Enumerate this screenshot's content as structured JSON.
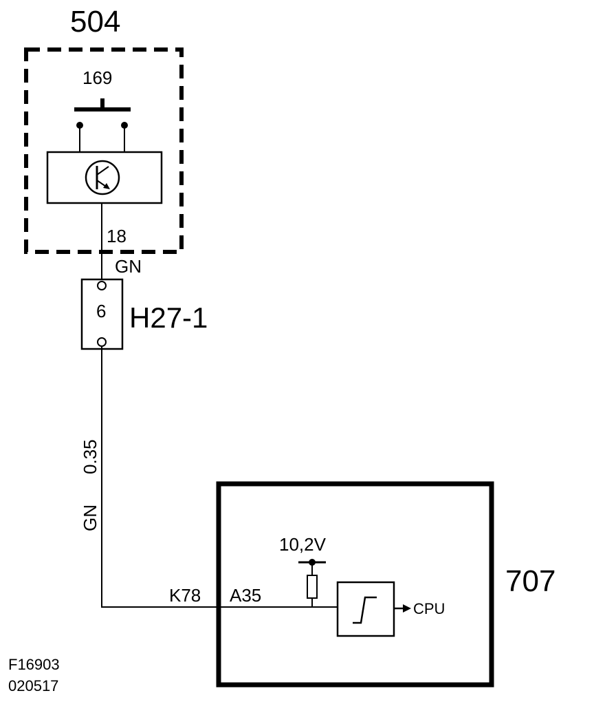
{
  "components": {
    "module_504": {
      "label": "504"
    },
    "switch_169": {
      "label": "169"
    },
    "connector": {
      "label": "H27-1",
      "pin": "6"
    },
    "module_707": {
      "label": "707"
    }
  },
  "wires": {
    "pin_18": "18",
    "upper_color": "GN",
    "lower_size": "0.35",
    "lower_color": "GN",
    "pin_k78": "K78",
    "pin_a35": "A35"
  },
  "internals": {
    "voltage": "10,2V",
    "cpu": "CPU"
  },
  "footer": {
    "figure_id": "F16903",
    "date_code": "020517"
  },
  "colors": {
    "ink": "#000000",
    "background": "#ffffff"
  }
}
